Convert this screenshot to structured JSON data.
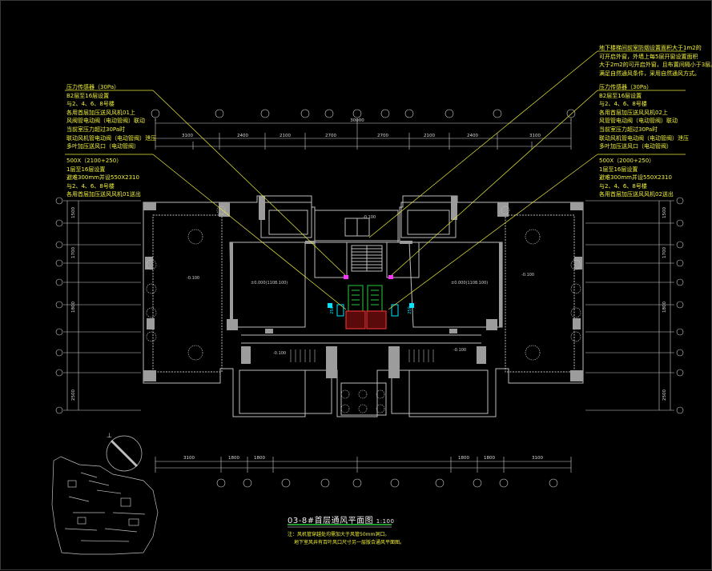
{
  "title": {
    "main": "03-8#首层通风平面图",
    "scale": "1:100"
  },
  "notes": [
    "注：风机管穿越处均需加大于风管50mm洞口。",
    "地下室风井有百叶风口尺寸另一层版合通风平面图。"
  ],
  "annotations": {
    "left_upper": [
      "压力传感器（30Pa）",
      "B2层至16层设置",
      "与2、4、6、8号楼",
      "各用首层加压送风风机01上",
      "风阀管电动阀（电动管阀）联动",
      "当前室压力超过30Pa时",
      "联动风机管电动阀（电动管阀）泄压",
      "多叶加压送风口（电动管阀）"
    ],
    "left_lower": [
      "500X（2100+250）",
      "1层至16层设置",
      "避难300mm并设550X2310",
      "与2、4、6、8号楼",
      "各用首层加压送风风机01送出"
    ],
    "right_top": [
      "地下楼梯间前室防烟设置面积大于1m2的",
      "可开启外窗，外墙上每5层开窗设置面积",
      "大于2m2的可开启外窗，且布置间隔小于3层。",
      "满足自然通风条件，采用自然通风方式。"
    ],
    "right_upper": [
      "压力传感器（30Pa）",
      "B2层至16层设置",
      "与2、4、6、8号楼",
      "各用首层加压送风风机02上",
      "风管管电动阀（电动管阀）联动",
      "当前室压力超过30Pa时",
      "联动风机管电动阀（电动管阀）泄压",
      "多叶加压送风口（电动管阀）"
    ],
    "right_lower": [
      "500X（2000+250）",
      "1层至16层设置",
      "避难300mm并设550X2310",
      "与2、4、6、8号楼",
      "各用首层加压送风风机02送出"
    ]
  },
  "dimensions": {
    "top_total": "30000",
    "top_segments": [
      "3100",
      "2400",
      "2100",
      "2700",
      "2700",
      "2100",
      "2400",
      "3100"
    ],
    "bottom_segments": [
      "3100",
      "1800",
      "1800",
      "1800",
      "1800",
      "3100"
    ],
    "left_segments": [
      "1500",
      "1700",
      "1800",
      "2500"
    ],
    "right_segments": [
      "1500",
      "1700",
      "1800",
      "2500"
    ]
  },
  "rooms": {
    "elev_left": "±0.000(1108.100)",
    "elev_right": "±0.000(1108.100)",
    "elev_l1": "-0.100",
    "elev_l2": "-0.100",
    "elev_r1": "-0.100",
    "elev_r2": "-0.100",
    "elev_top": "-0.100",
    "duct_left": "250",
    "duct_right": "250"
  },
  "colors": {
    "background": "#000000",
    "wall": "#bdbdbd",
    "annotation": "#f2f23a",
    "leader": "#e8e83a",
    "duct_green": "#2ecc40",
    "duct_red": "#e03030",
    "magenta": "#ff33ff",
    "cyan": "#00e5ff"
  }
}
